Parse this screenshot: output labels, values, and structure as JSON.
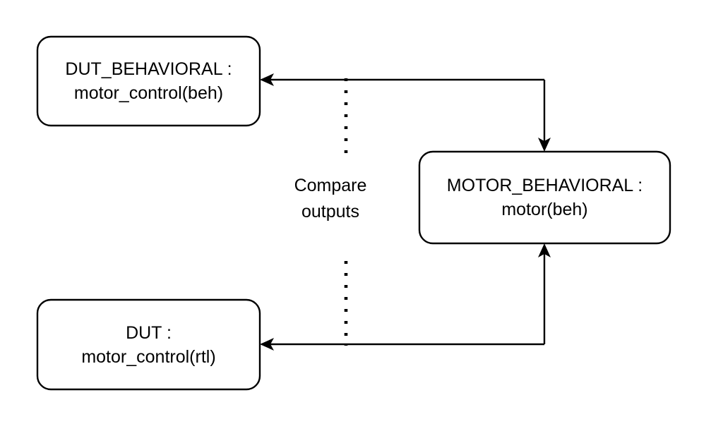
{
  "diagram": {
    "type": "block-diagram",
    "background_color": "#ffffff",
    "stroke_color": "#000000",
    "nodes": [
      {
        "id": "dut-behavioral",
        "line1": "DUT_BEHAVIORAL :",
        "line2": "motor_control(beh)"
      },
      {
        "id": "motor-behavioral",
        "line1": "MOTOR_BEHAVIORAL :",
        "line2": "motor(beh)"
      },
      {
        "id": "dut",
        "line1": "DUT :",
        "line2": "motor_control(rtl)"
      }
    ],
    "annotation": {
      "id": "compare-outputs",
      "line1": "Compare",
      "line2": "outputs"
    },
    "connectors": [
      {
        "id": "motor-to-dut-behavioral",
        "from": "motor-behavioral",
        "to": "dut-behavioral",
        "style": "solid",
        "arrowheads": [
          "left-into-dut-behavioral",
          "down-into-motor-behavioral"
        ]
      },
      {
        "id": "dut-to-motor-behavioral",
        "from": "dut",
        "to": "motor-behavioral",
        "style": "solid",
        "arrowheads": [
          "up-into-motor-behavioral",
          "left-into-dut"
        ]
      },
      {
        "id": "compare-divider",
        "style": "dotted",
        "orientation": "vertical"
      }
    ]
  }
}
